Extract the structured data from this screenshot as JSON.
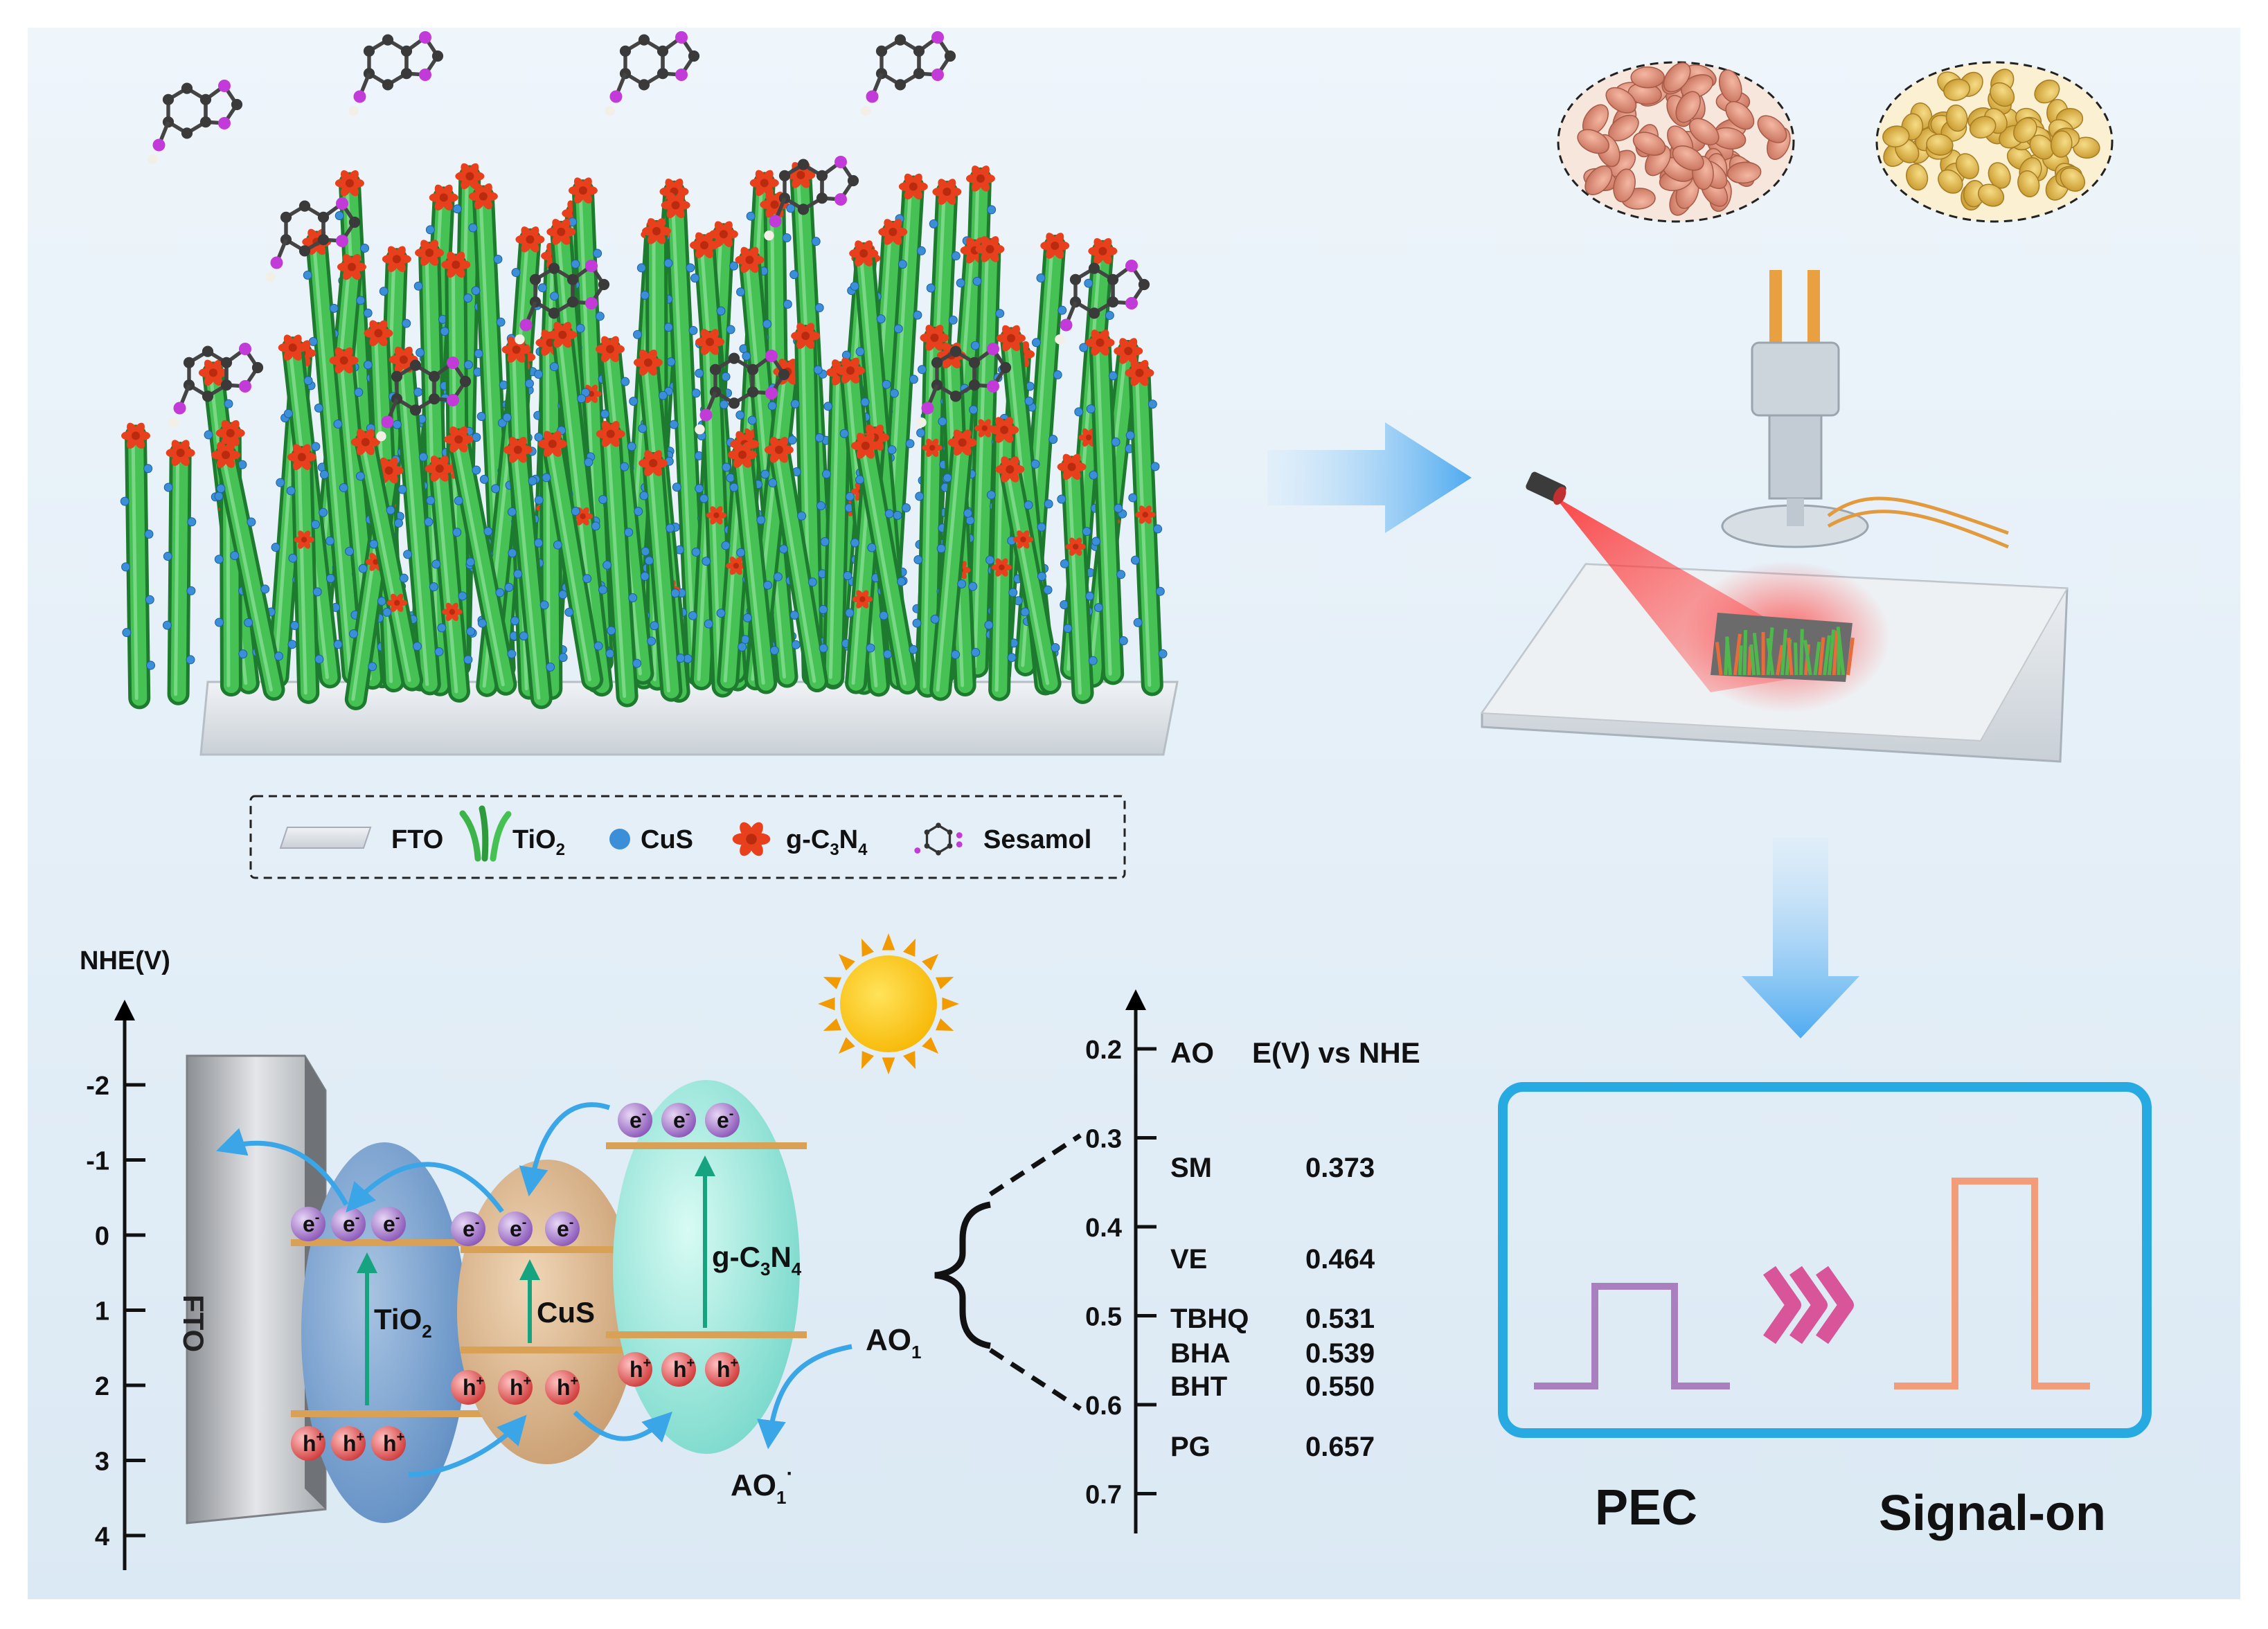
{
  "legend": {
    "fto": "FTO",
    "tio2_main": "TiO",
    "tio2_sub": "2",
    "cus": "CuS",
    "gcn_prefix": "g-C",
    "gcn_sub1": "3",
    "gcn_mid": "N",
    "gcn_sub2": "4",
    "sesamol": "Sesamol"
  },
  "energy_axis": {
    "title": "NHE(V)",
    "ticks": [
      "-2",
      "-1",
      "0",
      "1",
      "2",
      "3",
      "4"
    ]
  },
  "band_diagram": {
    "fto_label": "FTO",
    "tio2_main": "TiO",
    "tio2_sub": "2",
    "cus_label": "CuS",
    "gcn_prefix": "g-C",
    "gcn_sub1": "3",
    "gcn_mid": "N",
    "gcn_sub2": "4",
    "electron_label": "e",
    "electron_sup": "-",
    "hole_label": "h",
    "hole_sup": "+",
    "ao1_main": "AO",
    "ao1_sub": "1",
    "ao1_ox_main": "AO",
    "ao1_ox_sub": "1",
    "ao1_ox_sup": "·"
  },
  "potential_scale": {
    "ticks": [
      "0.2",
      "0.3",
      "0.4",
      "0.5",
      "0.6",
      "0.7"
    ],
    "header_ao": "AO",
    "header_e": "E(V) vs NHE",
    "compounds": [
      {
        "name": "SM",
        "value": "0.373"
      },
      {
        "name": "VE",
        "value": "0.464"
      },
      {
        "name": "TBHQ",
        "value": "0.531"
      },
      {
        "name": "BHA",
        "value": "0.539"
      },
      {
        "name": "BHT",
        "value": "0.550"
      },
      {
        "name": "PG",
        "value": "0.657"
      }
    ]
  },
  "signal": {
    "pec_label": "PEC",
    "signal_on_label": "Signal-on"
  },
  "colors": {
    "background": "#e3eef7",
    "tio2_rod": "#3cb44a",
    "cus_particle": "#3a8fd8",
    "gcn_flower": "#e8401c",
    "sesamol_o": "#c23ad8",
    "tio2_band": "#7aa3cf",
    "cus_band": "#d8b48c",
    "gcn_band": "#9ee6dc",
    "electron": "#9b6cc6",
    "hole": "#e25656",
    "arrow_blue": "#3aa6e8",
    "signal_frame": "#27a9e1",
    "signal_low": "#a97fc0",
    "signal_high": "#f39c7a",
    "chevron": "#d8559a"
  }
}
